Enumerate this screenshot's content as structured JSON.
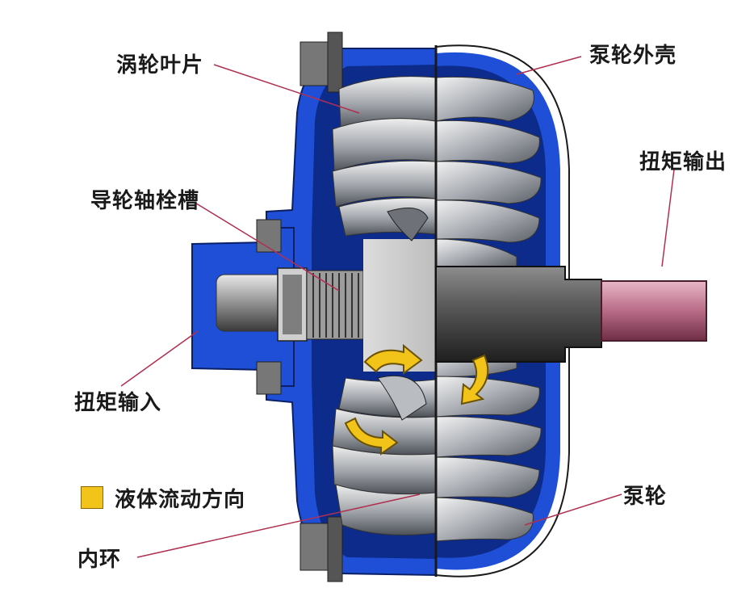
{
  "labels": {
    "turbine_blade": "涡轮叶片",
    "pump_housing": "泵轮外壳",
    "torque_output": "扭矩输出",
    "stator_shaft_spline": "导轮轴栓槽",
    "torque_input": "扭矩输入",
    "pump": "泵轮",
    "inner_ring": "内环"
  },
  "legend": {
    "fluid_flow_direction": "液体流动方向",
    "swatch_color": "#f2c318"
  },
  "colors": {
    "housing_blue": "#1f4fd6",
    "housing_dark": "#0c2b8a",
    "blade_gray": "#a9adb3",
    "shaft_pink": "#b86b86",
    "arrow_yellow": "#f2c318",
    "leader_line": "#b03050"
  }
}
